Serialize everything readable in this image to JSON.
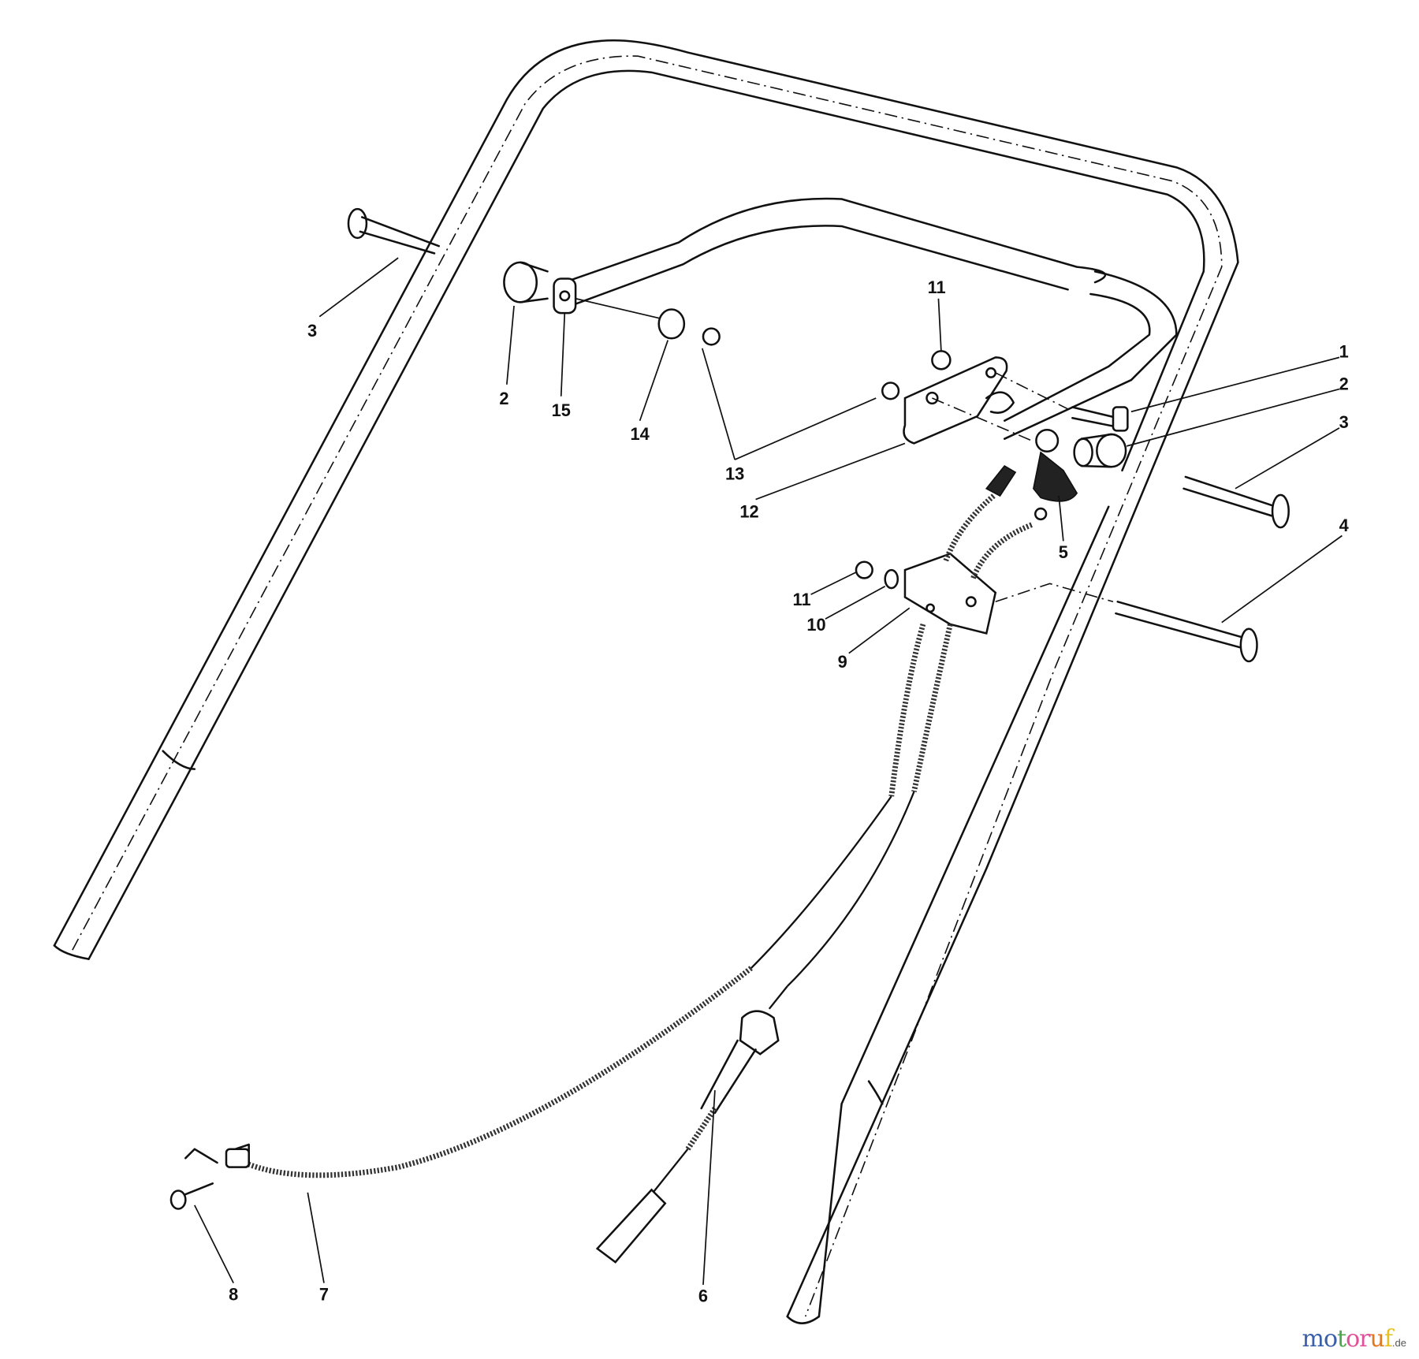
{
  "diagram": {
    "callouts": [
      {
        "id": "3",
        "label": "3"
      },
      {
        "id": "2",
        "label": "2"
      },
      {
        "id": "15",
        "label": "15"
      },
      {
        "id": "14",
        "label": "14"
      },
      {
        "id": "13",
        "label": "13"
      },
      {
        "id": "11",
        "label": "11"
      },
      {
        "id": "12",
        "label": "12"
      },
      {
        "id": "1",
        "label": "1"
      },
      {
        "id": "2b",
        "label": "2"
      },
      {
        "id": "3b",
        "label": "3"
      },
      {
        "id": "5",
        "label": "5"
      },
      {
        "id": "4",
        "label": "4"
      },
      {
        "id": "11b",
        "label": "11"
      },
      {
        "id": "10",
        "label": "10"
      },
      {
        "id": "9",
        "label": "9"
      },
      {
        "id": "8",
        "label": "8"
      },
      {
        "id": "7",
        "label": "7"
      },
      {
        "id": "6",
        "label": "6"
      }
    ]
  },
  "watermark": {
    "text": "motoruf",
    "suffix": ".de",
    "letter_colors": [
      "#3a5fa8",
      "#3a5fa8",
      "#4aa84a",
      "#e0509a",
      "#e0509a",
      "#e07820",
      "#e8c020"
    ]
  }
}
